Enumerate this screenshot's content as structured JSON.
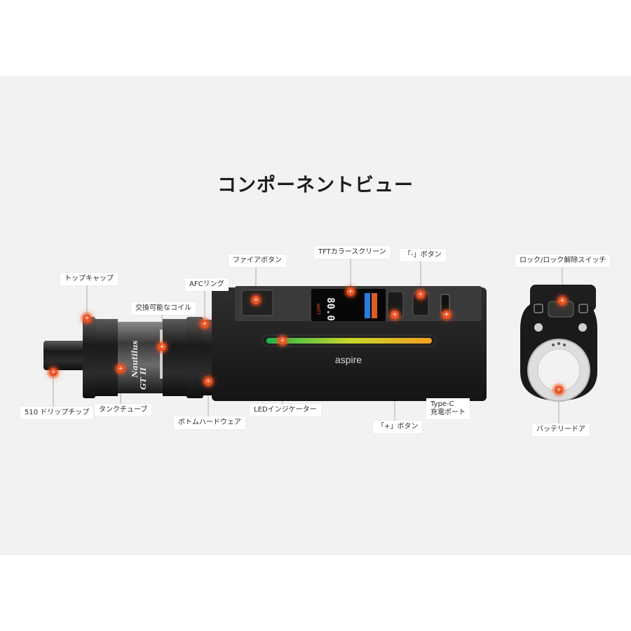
{
  "title": "コンポーネントビュー",
  "brand": "aspire",
  "tank_brand": [
    "Nautilus",
    "GT II"
  ],
  "screen": {
    "value": "80.0",
    "top_label": "WATT"
  },
  "callouts": [
    {
      "id": "top-cap",
      "label": "トップキャップ"
    },
    {
      "id": "drip-tip",
      "label": "510 ドリップチップ"
    },
    {
      "id": "coil",
      "label": "交換可能なコイル"
    },
    {
      "id": "tank-tube",
      "label": "タンクチューブ"
    },
    {
      "id": "afc-ring",
      "label": "AFCリング"
    },
    {
      "id": "bottom-hardware",
      "label": "ボトムハードウェア"
    },
    {
      "id": "fire-button",
      "label": "ファイアボタン"
    },
    {
      "id": "tft-screen",
      "label": "TFTカラースクリーン"
    },
    {
      "id": "minus-button",
      "label": "「-」ボタン"
    },
    {
      "id": "led-indicator",
      "label": "LEDインジケーター"
    },
    {
      "id": "plus-button",
      "label": "「+」ボタン"
    },
    {
      "id": "usb-port",
      "label": "Type-C",
      "label2": "充電ポート"
    },
    {
      "id": "lock-switch",
      "label": "ロック/ロック解除スイッチ"
    },
    {
      "id": "battery-door",
      "label": "バッテリードア"
    }
  ],
  "dot_symbol": "+",
  "colors": {
    "accent": "#ee5322",
    "panel": "#f2f2f2",
    "device": "#1c1c1c"
  }
}
